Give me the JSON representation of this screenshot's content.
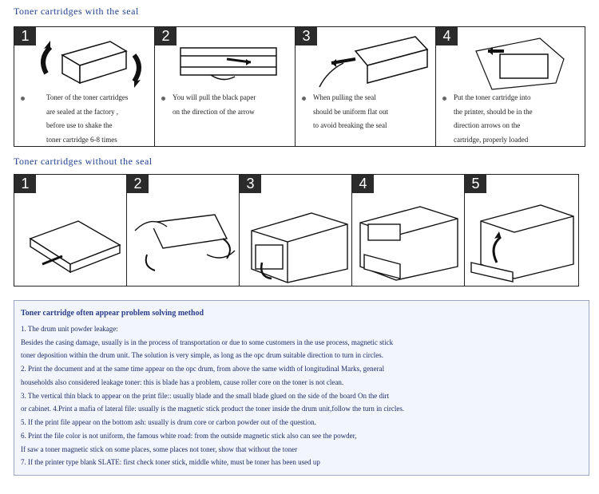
{
  "section1": {
    "title": "Toner cartridges with the seal",
    "steps": [
      {
        "num": "1",
        "lines": [
          "Toner of the toner cartridges",
          "are sealed at the factory ,",
          "before use to shake the",
          "toner cartridge 6-8 times"
        ]
      },
      {
        "num": "2",
        "lines": [
          "You will pull the black paper",
          "on the direction of the arrow"
        ]
      },
      {
        "num": "3",
        "lines": [
          "When pulling the seal",
          "should be uniform flat out",
          "to avoid breaking the seal"
        ]
      },
      {
        "num": "4",
        "lines": [
          "Put the toner cartridge into",
          "the printer, should be in the",
          "direction arrows on the",
          "cartridge,  properly loaded"
        ]
      }
    ]
  },
  "section2": {
    "title": "Toner cartridges without the seal",
    "steps": [
      {
        "num": "1"
      },
      {
        "num": "2"
      },
      {
        "num": "3"
      },
      {
        "num": "4"
      },
      {
        "num": "5"
      }
    ]
  },
  "problems": {
    "title": "Toner cartridge often appear problem solving method",
    "lines": [
      "1. The drum unit powder leakage:",
      "Besides the casing damage, usually is in the process of transportation or due to some customers in the use process, magnetic stick",
      " toner deposition within the drum unit. The solution is very simple, as long as the opc drum suitable direction to turn in circles.",
      "2. Print the document and at the same time appear on the opc drum, from above the same width of longitudinal Marks, general",
      "households also considered leakage toner: this is blade has a problem, cause roller core on the toner is not clean.",
      "3. The vertical thin black to appear on the print file:: usually blade and the small blade glued on the side of the board On the dirt",
      "or cabinet. 4.Print a mafia of lateral file: usually is the magnetic stick product the toner inside the drum unit,follow the turn in circles.",
      "5. If the print file appear on the bottom ash: usually is drum core or carbon powder out of the question.",
      "6. Print the file color is not uniform, the famous white road: from the outside magnetic stick also can see the powder,",
      "If saw a toner magnetic stick on some places, some places not toner, show that without the toner",
      "7. If the printer type blank SLATE: first check toner stick, middle white, must be toner has been used up"
    ]
  }
}
